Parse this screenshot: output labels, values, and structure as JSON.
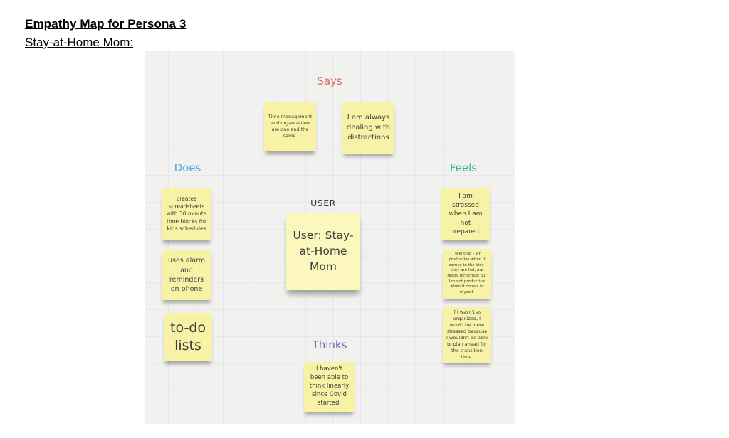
{
  "header": {
    "title": "Empathy Map for Persona 3",
    "subtitle": "Stay-at-Home Mom:"
  },
  "board": {
    "labels": {
      "says": "Says",
      "does": "Does",
      "feels": "Feels",
      "thinks": "Thinks",
      "user": "USER"
    },
    "label_colors": {
      "says": "#e2675c",
      "does": "#54a6db",
      "feels": "#35b394",
      "thinks": "#8157b4",
      "user": "#3a3a3a"
    },
    "colors": {
      "board_background": "#f1f1f0",
      "note_background": "#f7f2a6",
      "user_note_background": "#fbf7bd"
    },
    "notes": [
      {
        "section": "Says",
        "text": "Time management and organization are one and the same."
      },
      {
        "section": "Says",
        "text": "I am always dealing with distractions"
      },
      {
        "section": "Does",
        "text": "creates spreadsheets with 30 minute time blocks for kids schedules"
      },
      {
        "section": "Does",
        "text": "uses alarm and reminders on phone"
      },
      {
        "section": "Does",
        "text": "to-do lists"
      },
      {
        "section": "User",
        "text": "User: Stay-at-Home Mom"
      },
      {
        "section": "Feels",
        "text": "I am stressed when I am not prepared."
      },
      {
        "section": "Feels",
        "text": "I feel that I am productive when it comes to the kids- they are fed, are ready for school but I'm not productive when it comes to myself."
      },
      {
        "section": "Feels",
        "text": "If I wasn't as organized, I would be more stressed because I wouldn't be able to plan ahead for the transition time."
      },
      {
        "section": "Thinks",
        "text": "I haven't been able to think linearly since Covid started."
      }
    ]
  }
}
